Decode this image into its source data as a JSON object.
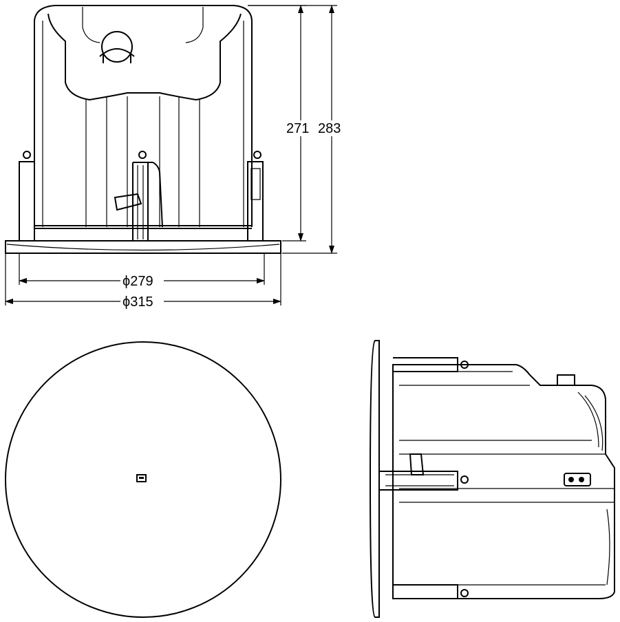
{
  "drawing": {
    "dimensions": {
      "height_inner": "271",
      "height_outer": "283",
      "diameter_body": "ϕ279",
      "diameter_flange": "ϕ315"
    },
    "views": [
      "front-view",
      "bottom-view",
      "side-view"
    ],
    "line_color": "#000000",
    "background_color": "#ffffff"
  }
}
